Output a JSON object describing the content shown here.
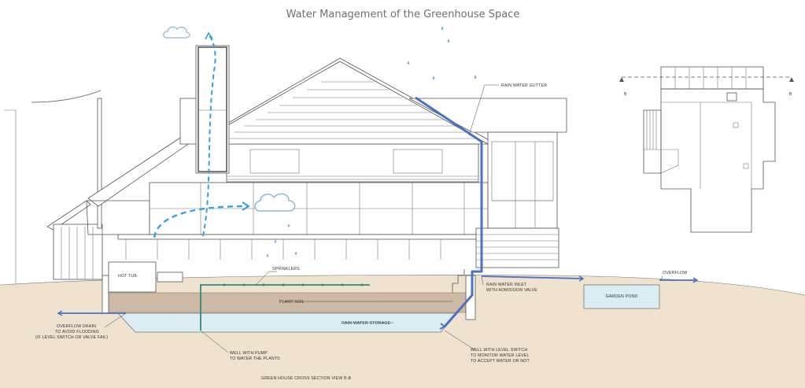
{
  "title": "Water Management of the Greenhouse Space",
  "labels": {
    "rain_water_gutter": "RAIN WATER GUTTER",
    "sprinklers": "SPRINKLERS",
    "plant_soil": "PLANT SOIL",
    "rain_water_storage": "RAIN WATER STORAGE",
    "hot_tub": "HOT TUB",
    "rain_water_inlet_1": "RAIN WATER INLET",
    "rain_water_inlet_2": "WITH ADMISSION VALVE",
    "garden_pond": "GARDEN POND",
    "overflow": "OVERFLOW",
    "overflow_drain_1": "OVERFLOW DRAIN",
    "overflow_drain_2": "TO AVOID FLOODING",
    "overflow_drain_3": "(IF LEVEL SWITCH OR VALVE FAIL)",
    "well_pump_1": "WELL WITH PUMP",
    "well_pump_2": "TO WATER THE PLANTS",
    "well_switch_1": "WELL WITH LEVEL SWITCH",
    "well_switch_2": "TO MONITOR WATER LEVEL",
    "well_switch_3": "TO ACCEPT WATER OR NOT",
    "section_view": "GREEN HOUSE CROSS SECTION VIEW B-B",
    "plan_marker_left": "B",
    "plan_marker_right": "B"
  },
  "colors": {
    "water_blue": "#4a72c4",
    "sky_blue_dashed": "#3aa0db",
    "ground": "#efe3cf",
    "soil": "#cdb9a5",
    "storage": "#dcecf3",
    "pipe_green": "#2e8b7a",
    "cloud": "#8fb8d6"
  }
}
